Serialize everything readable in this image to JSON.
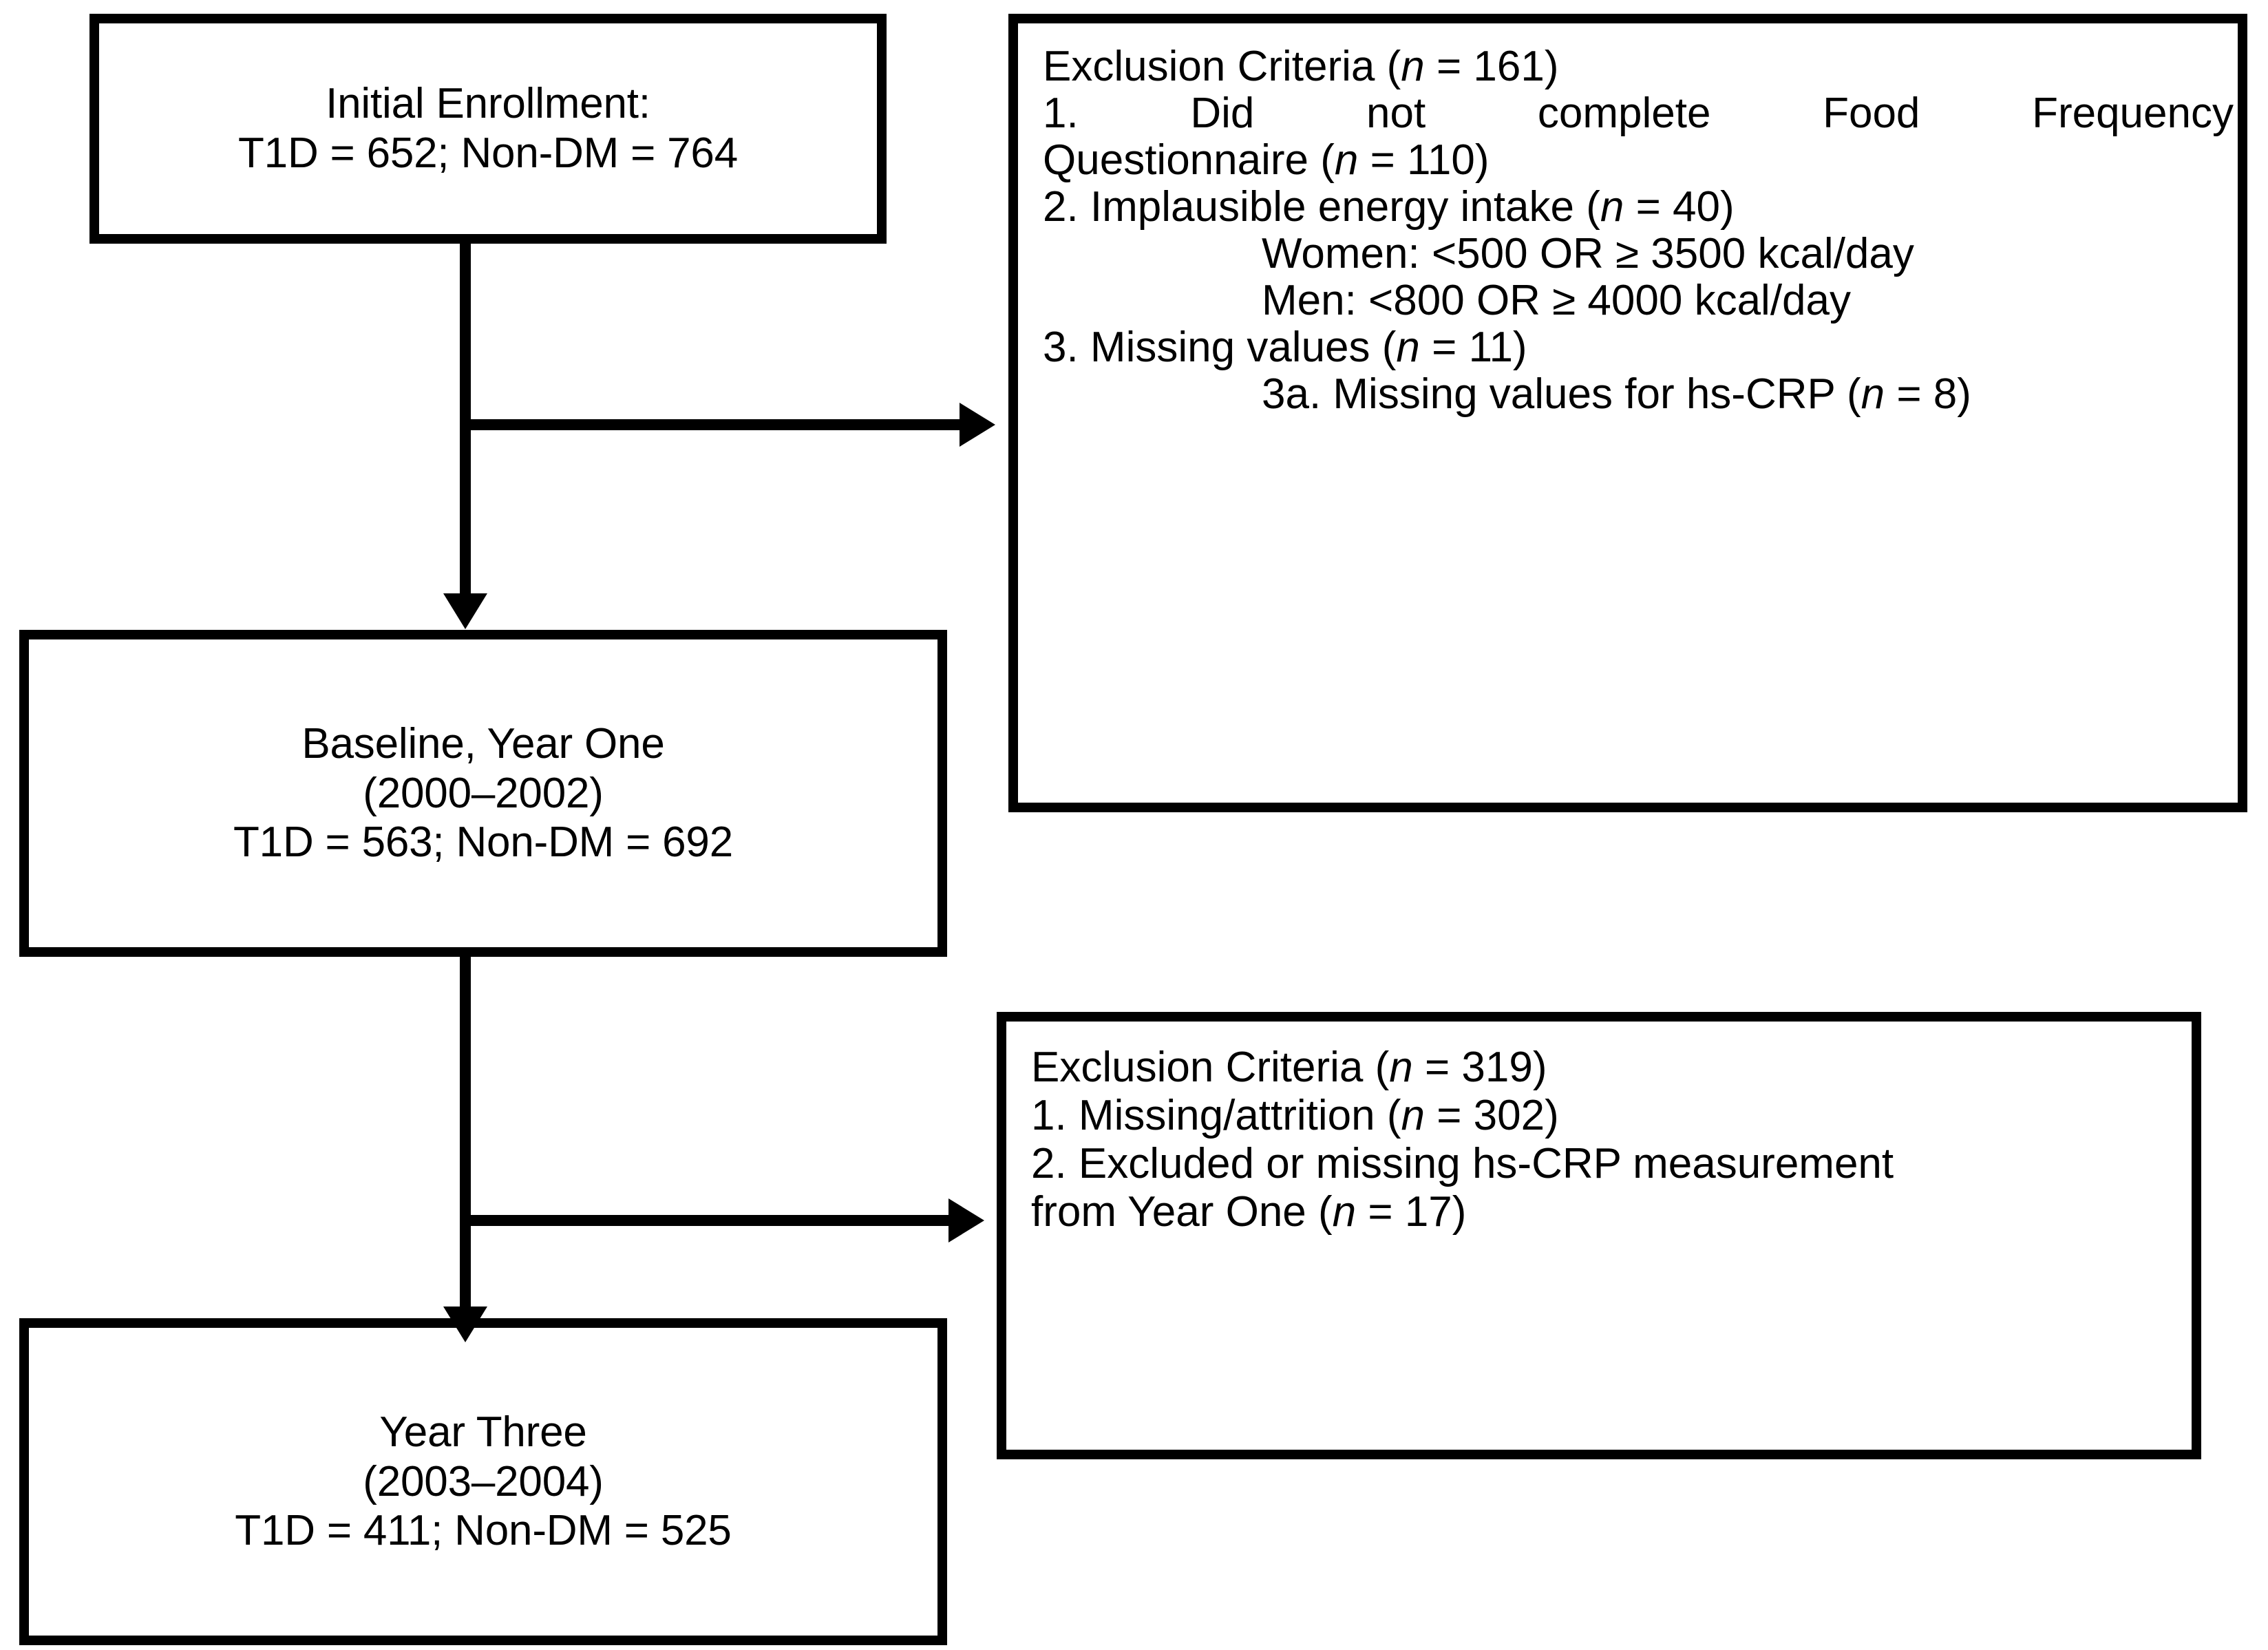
{
  "diagram": {
    "title": "Study Participant Flow Diagram",
    "type": "flowchart",
    "line_color": "#000000",
    "background_color": "#ffffff"
  },
  "nodes": {
    "initial_enrollment": {
      "name": "initial-enrollment-box",
      "line1": "Initial Enrollment:",
      "line2": "T1D = 652; Non-DM = 764"
    },
    "baseline_year_one": {
      "name": "baseline-year-one-box",
      "line1": "Baseline, Year One",
      "line2": "(2000–2002)",
      "line3": "T1D = 563; Non-DM = 692"
    },
    "year_three": {
      "name": "year-three-box",
      "line1": "Year Three",
      "line2": "(2003–2004)",
      "line3": "T1D = 411; Non-DM = 525"
    }
  },
  "exclusion_one": {
    "name": "exclusion-criteria-box-1",
    "heading_pre": "Exclusion Criteria (",
    "heading_n": "n",
    "heading_post": " = 161)",
    "items": [
      {
        "pre": "1.  Did  not  complete  Food  Frequency Questionnaire (",
        "n": "n",
        "post": " = 110)",
        "indent": 0,
        "justify": true,
        "split_line1": "1.  Did  not  complete  Food  Frequency",
        "split_line2_pre": "Questionnaire (",
        "split_line2_post": " = 110)"
      },
      {
        "pre": "2. Implausible energy intake (",
        "n": "n",
        "post": " = 40)",
        "indent": 0,
        "justify": false
      },
      {
        "pre": "Women: <500 OR ≥ 3500 kcal/day",
        "n": "",
        "post": "",
        "indent": 1,
        "justify": false
      },
      {
        "pre": "Men: <800 OR ≥ 4000 kcal/day",
        "n": "",
        "post": "",
        "indent": 1,
        "justify": false
      },
      {
        "pre": "3. Missing values (",
        "n": "n",
        "post": " = 11)",
        "indent": 0,
        "justify": false
      },
      {
        "pre": "3a. Missing values for hs-CRP (",
        "n": "n",
        "post": " = 8)",
        "indent": 1,
        "justify": false
      }
    ]
  },
  "exclusion_two": {
    "name": "exclusion-criteria-box-2",
    "heading_pre": "Exclusion Criteria (",
    "heading_n": "n",
    "heading_post": " = 319)",
    "items": [
      {
        "pre": "1. Missing/attrition (",
        "n": "n",
        "post": " = 302)"
      },
      {
        "pre": "2. Excluded or missing hs-CRP measurement",
        "n": "",
        "post": ""
      },
      {
        "pre": "from Year One (",
        "n": "n",
        "post": " = 17)"
      }
    ]
  },
  "connectors": [
    {
      "name": "arrow-initial-to-baseline",
      "kind": "vertical-arrow"
    },
    {
      "name": "arrow-branch-to-exclusion-1",
      "kind": "horizontal-arrow"
    },
    {
      "name": "arrow-baseline-to-year-three",
      "kind": "vertical-arrow"
    },
    {
      "name": "arrow-branch-to-exclusion-2",
      "kind": "horizontal-arrow"
    }
  ]
}
